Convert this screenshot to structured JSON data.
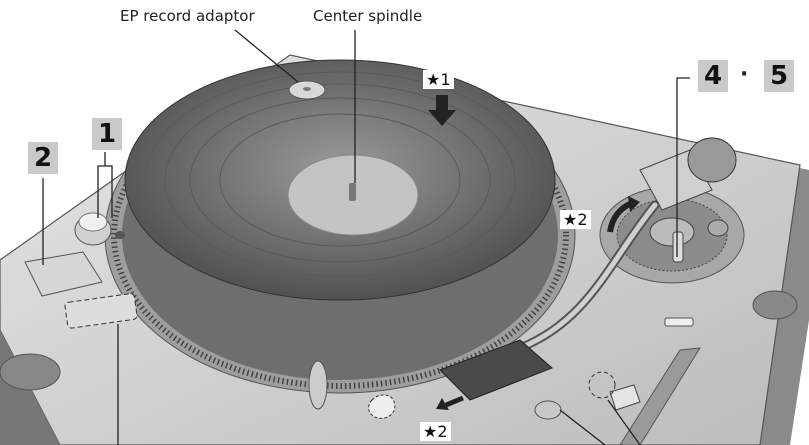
{
  "labels": {
    "ep_adaptor": "EP record adaptor",
    "center_spindle": "Center spindle"
  },
  "steps": {
    "step1": "1",
    "step2": "2",
    "step4": "4",
    "step5": "5",
    "separator": "·"
  },
  "markers": {
    "star1": "★1",
    "star2a": "★2",
    "star2b": "★2"
  }
}
